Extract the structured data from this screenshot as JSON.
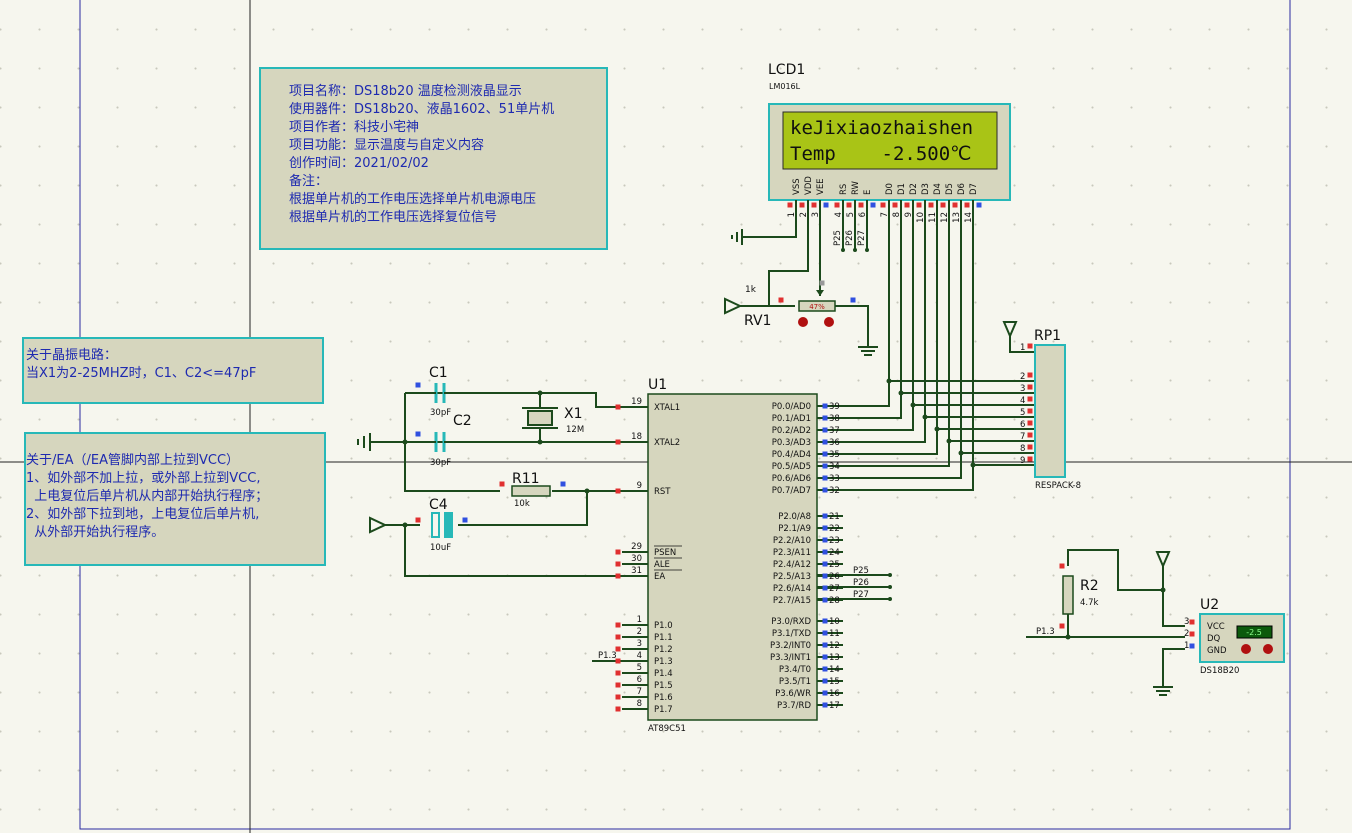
{
  "notes": {
    "project": [
      "项目名称：DS18b20 温度检测液晶显示",
      "使用器件：DS18b20、液晶1602、51单片机",
      "项目作者：科技小宅神",
      "项目功能：显示温度与自定义内容",
      "创作时间：2021/02/02",
      "备注：",
      "根据单片机的工作电压选择单片机电源电压",
      "根据单片机的工作电压选择复位信号"
    ],
    "crystal": [
      "关于晶振电路：",
      "当X1为2-25MHZ时，C1、C2<=47pF"
    ],
    "ea": [
      "关于/EA（/EA管脚内部上拉到VCC）",
      "1、如外部不加上拉，或外部上拉到VCC,",
      "  上电复位后单片机从内部开始执行程序；",
      "2、如外部下拉到地，上电复位后单片机,",
      "  从外部开始执行程序。"
    ]
  },
  "lcd": {
    "ref": "LCD1",
    "model": "LM016L",
    "line1": "keJixiaozhaishen",
    "line2": "Temp    -2.500℃",
    "pin_names": [
      "VSS",
      "VDD",
      "VEE",
      "RS",
      "RW",
      "E",
      "D0",
      "D1",
      "D2",
      "D3",
      "D4",
      "D5",
      "D6",
      "D7"
    ],
    "pin_nums": [
      "1",
      "2",
      "3",
      "4",
      "5",
      "6",
      "7",
      "8",
      "9",
      "10",
      "11",
      "12",
      "13",
      "14"
    ],
    "ctrl_nets": [
      "P25",
      "P26",
      "P27"
    ]
  },
  "rv1": {
    "ref": "RV1",
    "value": "1k",
    "percent": "47%"
  },
  "rp1": {
    "ref": "RP1",
    "model": "RESPACK-8",
    "pins": [
      "1",
      "2",
      "3",
      "4",
      "5",
      "6",
      "7",
      "8",
      "9"
    ]
  },
  "c1": {
    "ref": "C1",
    "value": "30pF"
  },
  "c2": {
    "ref": "C2",
    "value": "30pF"
  },
  "x1": {
    "ref": "X1",
    "value": "12M"
  },
  "r11": {
    "ref": "R11",
    "value": "10k"
  },
  "c4": {
    "ref": "C4",
    "value": "10uF"
  },
  "u1": {
    "ref": "U1",
    "model": "AT89C51",
    "left_top": [
      [
        "19",
        "XTAL1"
      ],
      [
        "18",
        "XTAL2"
      ],
      [
        "9",
        "RST"
      ]
    ],
    "left_mid": [
      [
        "29",
        "PSEN"
      ],
      [
        "30",
        "ALE"
      ],
      [
        "31",
        "EA"
      ]
    ],
    "left_p1": [
      [
        "1",
        "P1.0"
      ],
      [
        "2",
        "P1.1"
      ],
      [
        "3",
        "P1.2"
      ],
      [
        "4",
        "P1.3"
      ],
      [
        "5",
        "P1.4"
      ],
      [
        "6",
        "P1.5"
      ],
      [
        "7",
        "P1.6"
      ],
      [
        "8",
        "P1.7"
      ]
    ],
    "right_p0": [
      [
        "39",
        "P0.0/AD0"
      ],
      [
        "38",
        "P0.1/AD1"
      ],
      [
        "37",
        "P0.2/AD2"
      ],
      [
        "36",
        "P0.3/AD3"
      ],
      [
        "35",
        "P0.4/AD4"
      ],
      [
        "34",
        "P0.5/AD5"
      ],
      [
        "33",
        "P0.6/AD6"
      ],
      [
        "32",
        "P0.7/AD7"
      ]
    ],
    "right_p2": [
      [
        "21",
        "P2.0/A8"
      ],
      [
        "22",
        "P2.1/A9"
      ],
      [
        "23",
        "P2.2/A10"
      ],
      [
        "24",
        "P2.3/A11"
      ],
      [
        "25",
        "P2.4/A12"
      ],
      [
        "26",
        "P2.5/A13"
      ],
      [
        "27",
        "P2.6/A14"
      ],
      [
        "28",
        "P2.7/A15"
      ]
    ],
    "right_p3": [
      [
        "10",
        "P3.0/RXD"
      ],
      [
        "11",
        "P3.1/TXD"
      ],
      [
        "12",
        "P3.2/INT0"
      ],
      [
        "13",
        "P3.3/INT1"
      ],
      [
        "14",
        "P3.4/T0"
      ],
      [
        "15",
        "P3.5/T1"
      ],
      [
        "16",
        "P3.6/WR"
      ],
      [
        "17",
        "P3.7/RD"
      ]
    ],
    "p2_nets": [
      "P25",
      "P26",
      "P27"
    ],
    "p13_net": "P1.3"
  },
  "r2": {
    "ref": "R2",
    "value": "4.7k"
  },
  "u2": {
    "ref": "U2",
    "model": "DS18B20",
    "display": "-2.5",
    "pins": [
      [
        "3",
        "VCC"
      ],
      [
        "2",
        "DQ"
      ],
      [
        "1",
        "GND"
      ]
    ],
    "net": "P1.3"
  },
  "colors": {
    "wire": "#1c4a1c",
    "body": "#d6d6be",
    "teal": "#27b8b8",
    "note_text": "#1e2ab0",
    "lcd_bg": "#a9c416"
  }
}
